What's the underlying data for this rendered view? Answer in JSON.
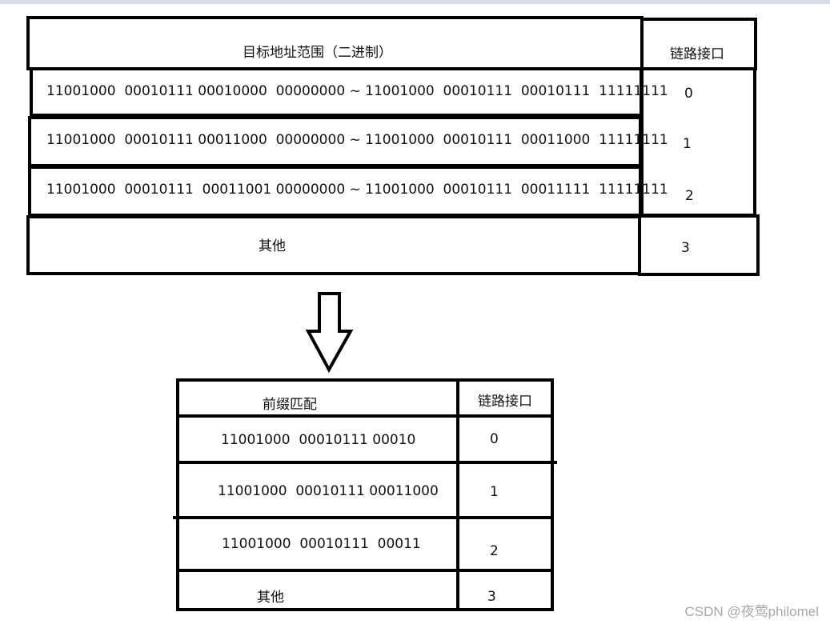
{
  "top_table": {
    "header_range": "目标地址范围（二进制）",
    "header_interface": "链路接口",
    "rows": [
      {
        "range": "11001000  00010111 00010000  00000000 ~ 11001000  00010111  00010111  11111111",
        "interface": "0"
      },
      {
        "range": "11001000  00010111 00011000  00000000 ~ 11001000  00010111  00011000  11111111",
        "interface": "1"
      },
      {
        "range": "11001000  00010111  00011001 00000000 ~ 11001000  00010111  00011111  11111111",
        "interface": "2"
      },
      {
        "range": "其他",
        "interface": "3"
      }
    ]
  },
  "bottom_table": {
    "header_prefix": "前缀匹配",
    "header_interface": "链路接口",
    "rows": [
      {
        "prefix": "11001000  00010111 00010",
        "interface": "0"
      },
      {
        "prefix": "11001000  00010111 00011000",
        "interface": "1"
      },
      {
        "prefix": "11001000  00010111  00011",
        "interface": "2"
      },
      {
        "prefix": "其他",
        "interface": "3"
      }
    ]
  },
  "watermark": "CSDN @夜莺philomel"
}
